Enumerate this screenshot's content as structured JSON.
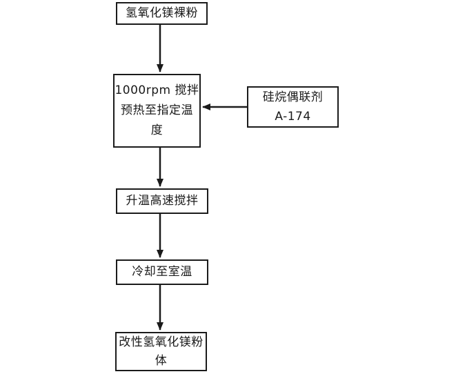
{
  "flowchart": {
    "type": "process-flow-diagram",
    "colors": {
      "line": "#1a1a1a",
      "box_border": "#1a1a1a",
      "box_fill": "#ffffff",
      "background": "#ffffff"
    },
    "boxes": [
      {
        "id": "raw-powder",
        "lines": [
          "氢氧化镁裸粉"
        ]
      },
      {
        "id": "preheat-stir",
        "lines": [
          "1000rpm 搅拌",
          "预热至指定温",
          "度"
        ]
      },
      {
        "id": "silane-coupling-agent",
        "lines": [
          "硅烷偶联剂",
          "A-174"
        ]
      },
      {
        "id": "heatup-stir",
        "lines": [
          "升温高速搅拌"
        ]
      },
      {
        "id": "cool-room-temp",
        "lines": [
          "冷却至室温"
        ]
      },
      {
        "id": "modified-powder",
        "lines": [
          "改性氢氧化镁粉",
          "体"
        ]
      }
    ],
    "arrows": [
      {
        "from": "raw-powder",
        "to": "preheat-stir",
        "direction": "down"
      },
      {
        "from": "silane-coupling-agent",
        "to": "preheat-stir",
        "direction": "left"
      },
      {
        "from": "preheat-stir",
        "to": "heatup-stir",
        "direction": "down"
      },
      {
        "from": "heatup-stir",
        "to": "cool-room-temp",
        "direction": "down"
      },
      {
        "from": "cool-room-temp",
        "to": "modified-powder",
        "direction": "down"
      }
    ]
  }
}
